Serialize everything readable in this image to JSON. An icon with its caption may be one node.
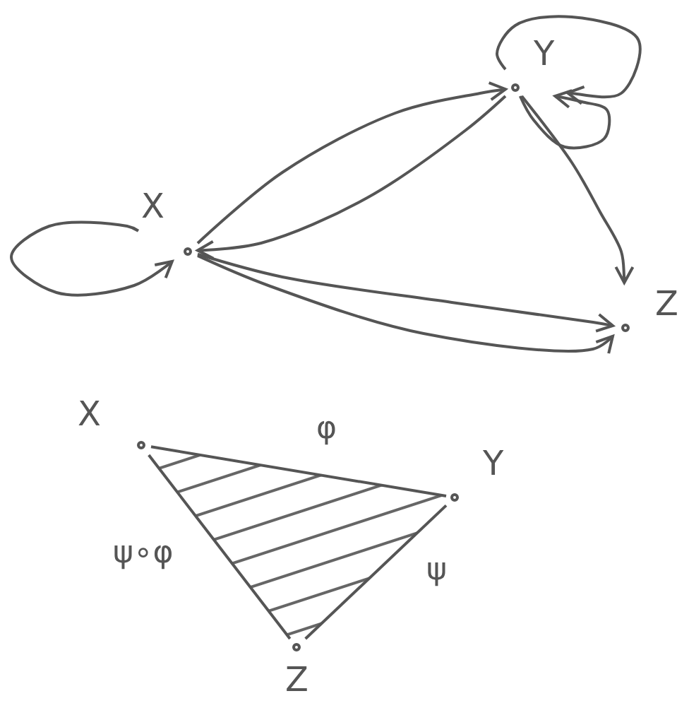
{
  "diagram": {
    "nodes": [
      {
        "text": [
          "X"
        ]
      },
      {
        "text": [
          "Y"
        ]
      },
      {
        "text": [
          "Z"
        ]
      },
      {
        "text": [
          "X"
        ]
      },
      {
        "text": [
          "Y"
        ]
      },
      {
        "text": [
          "Z"
        ]
      }
    ],
    "edges": [
      {
        "from": 0,
        "to": 0,
        "arrow": "to"
      },
      {
        "from": 0,
        "to": 1,
        "arrow": "to"
      },
      {
        "from": 1,
        "to": 0,
        "arrow": "to"
      },
      {
        "from": 1,
        "to": 1,
        "arrow": "to"
      },
      {
        "from": 1,
        "to": 1,
        "arrow": "to"
      },
      {
        "from": 1,
        "to": 2,
        "arrow": "to"
      },
      {
        "from": 0,
        "to": 2,
        "arrow": "to"
      },
      {
        "from": 0,
        "to": 2,
        "arrow": "to"
      },
      {
        "from": 3,
        "to": 4,
        "arrow": "none",
        "label": "φ"
      },
      {
        "from": 4,
        "to": 5,
        "arrow": "none",
        "label": "ψ"
      },
      {
        "from": 3,
        "to": 5,
        "arrow": "none",
        "label": "ψ∘φ"
      }
    ]
  }
}
